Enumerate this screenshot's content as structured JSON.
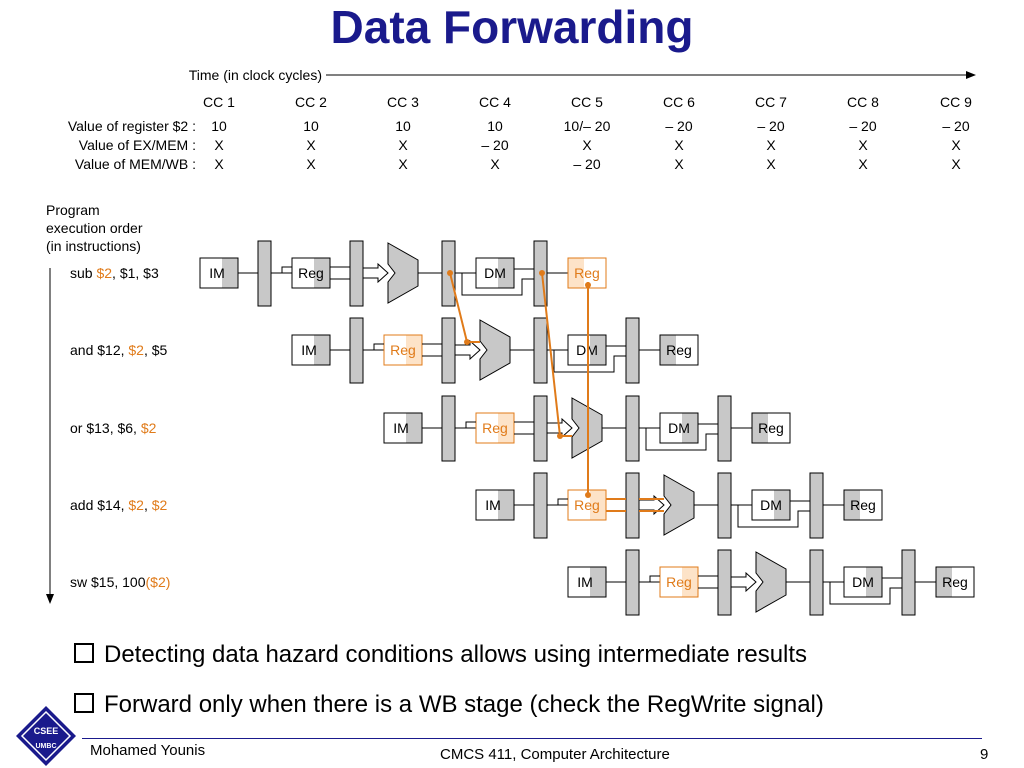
{
  "title": "Data Forwarding",
  "time_axis_label": "Time (in clock cycles)",
  "clock_cycles": [
    "CC 1",
    "CC 2",
    "CC 3",
    "CC 4",
    "CC 5",
    "CC 6",
    "CC 7",
    "CC 8",
    "CC 9"
  ],
  "value_rows": [
    {
      "label": "Value of register $2 :",
      "values": [
        "10",
        "10",
        "10",
        "10",
        "10/– 20",
        "– 20",
        "– 20",
        "– 20",
        "– 20"
      ]
    },
    {
      "label": "Value of EX/MEM :",
      "values": [
        "X",
        "X",
        "X",
        "– 20",
        "X",
        "X",
        "X",
        "X",
        "X"
      ]
    },
    {
      "label": "Value of MEM/WB :",
      "values": [
        "X",
        "X",
        "X",
        "X",
        "– 20",
        "X",
        "X",
        "X",
        "X"
      ]
    }
  ],
  "program_order_label": [
    "Program",
    "execution order",
    "(in instructions)"
  ],
  "instructions": [
    {
      "parts": [
        {
          "t": "sub "
        },
        {
          "t": "$2",
          "h": true
        },
        {
          "t": ", $1, $3"
        }
      ]
    },
    {
      "parts": [
        {
          "t": "and $12, "
        },
        {
          "t": "$2",
          "h": true
        },
        {
          "t": ", $5"
        }
      ]
    },
    {
      "parts": [
        {
          "t": "or $13, $6, "
        },
        {
          "t": "$2",
          "h": true
        }
      ]
    },
    {
      "parts": [
        {
          "t": "add $14, "
        },
        {
          "t": "$2",
          "h": true
        },
        {
          "t": ", "
        },
        {
          "t": "$2",
          "h": true
        }
      ]
    },
    {
      "parts": [
        {
          "t": "sw $15, 100"
        },
        {
          "t": "($2)",
          "h": true
        }
      ]
    }
  ],
  "stage_labels": {
    "im": "IM",
    "reg": "Reg",
    "dm": "DM"
  },
  "highlight_reg": [
    {
      "row": 0,
      "which": "wb"
    },
    {
      "row": 1,
      "which": "id"
    },
    {
      "row": 2,
      "which": "id"
    },
    {
      "row": 3,
      "which": "id"
    },
    {
      "row": 4,
      "which": "id"
    }
  ],
  "bullets": [
    "Detecting data hazard conditions allows using intermediate results",
    "Forward only when there is a WB stage (check the RegWrite signal)"
  ],
  "footer": {
    "author": "Mohamed Younis",
    "course": "CMCS 411, Computer Architecture",
    "page": "9"
  },
  "logo_text": [
    "CSEE",
    "UMBC"
  ],
  "colors": {
    "title": "#1a1a8c",
    "highlight": "#e07b1a",
    "highlight_fill": "#fde3c8",
    "reg_gray": "#c8c8c8"
  }
}
